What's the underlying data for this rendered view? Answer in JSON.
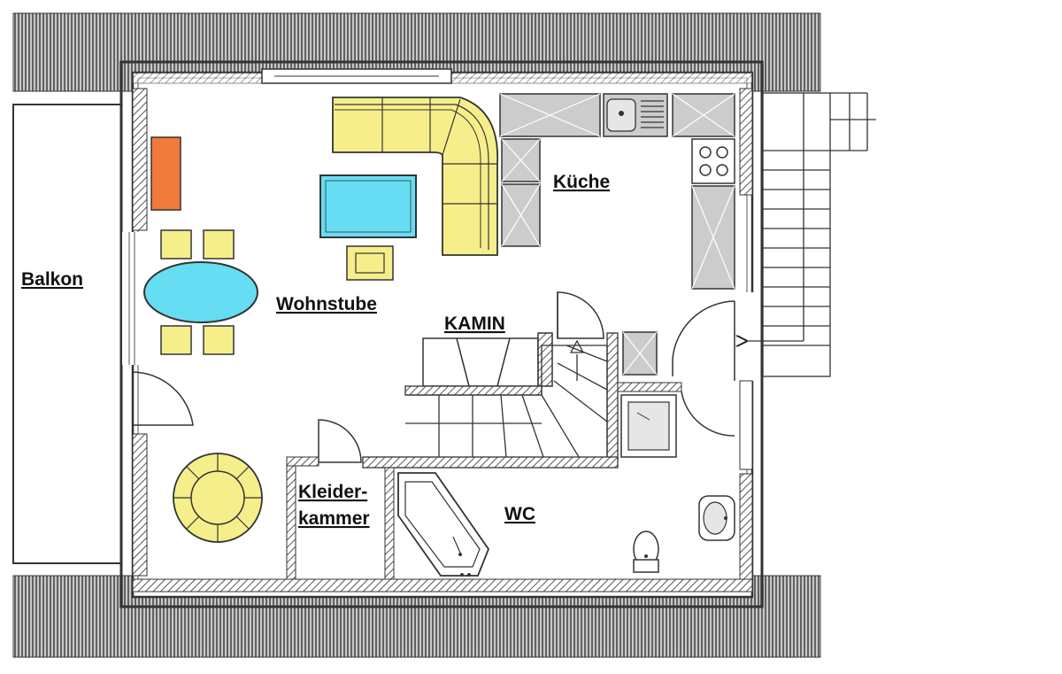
{
  "rooms": {
    "balkon": "Balkon",
    "wohnstube": "Wohnstube",
    "kueche": "Küche",
    "kamin": "KAMIN",
    "kleiderkammer_line1": "Kleider-",
    "kleiderkammer_line2": "kammer",
    "wc": "WC"
  },
  "colors": {
    "sofa": "#f6ee8a",
    "table": "#66ddf2",
    "cabinet": "#f07a3c",
    "chairs": "#f6ee8a",
    "counters": "#cccccc",
    "roof_hatch": "#444444",
    "walls": "#333333"
  },
  "icons": [
    "sofa-icon",
    "coffee-table-icon",
    "dining-table-icon",
    "round-table-icon",
    "sink-icon",
    "stove-icon",
    "shower-icon",
    "toilet-icon",
    "washbasin-icon",
    "bathtub-icon",
    "stair-arrow-icon"
  ]
}
